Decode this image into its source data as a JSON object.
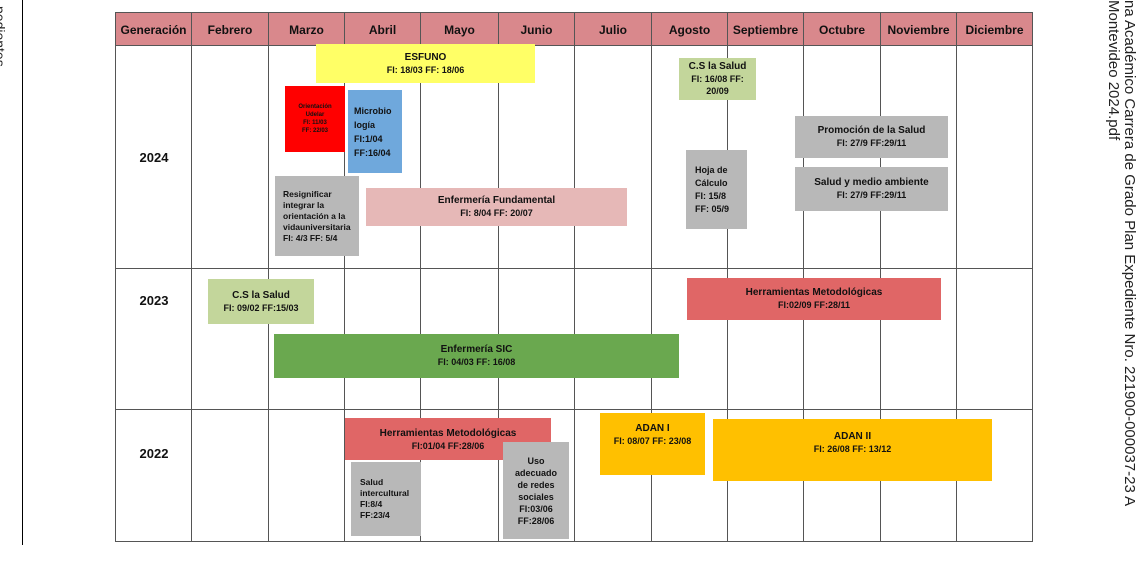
{
  "side_left": "pedientes",
  "side_right": {
    "line1": "na Académico Carrera de Grado Plan    Expediente Nro. 221900-000037-23 A",
    "line2": "Montevideo 2024.pdf"
  },
  "header": [
    "Generación",
    "Febrero",
    "Marzo",
    "Abril",
    "Mayo",
    "Junio",
    "Julio",
    "Agosto",
    "Septiembre",
    "Octubre",
    "Noviembre",
    "Diciembre"
  ],
  "years": [
    "2024",
    "2023",
    "2022"
  ],
  "colors": {
    "header": "#d9888c",
    "yellow": "#ffff66",
    "light_green": "#c3d69b",
    "red": "#ff0000",
    "blue": "#6fa8dc",
    "grey": "#b8b8b8",
    "pink": "#e6b8b7",
    "salmon": "#e06666",
    "green": "#6aa84f",
    "gold": "#ffc000"
  },
  "courses": {
    "esfuno": {
      "title": "ESFUNO",
      "dates": "FI: 18/03  FF: 18/06"
    },
    "cs2024": {
      "title": "C.S  la Salud",
      "dates": "FI: 16/08  FF: 20/09"
    },
    "orientacion": {
      "l1": "Orientación",
      "l2": "Udelar",
      "l3": "FI: 11/03",
      "l4": "FF: 22/03"
    },
    "micro": {
      "l1": "Microbio",
      "l2": "logía",
      "l3": "FI:1/04",
      "l4": "FF:16/04"
    },
    "promocion": {
      "title": "Promoción de la Salud",
      "dates": "FI: 27/9    FF:29/11"
    },
    "hoja": {
      "l1": "Hoja de",
      "l2": "Cálculo",
      "l3": "FI: 15/8",
      "l4": "FF: 05/9"
    },
    "medio": {
      "title": "Salud y medio ambiente",
      "dates": "FI: 27/9    FF:29/11"
    },
    "resignificar": {
      "l1": "Resignificar",
      "l2": "integrar la",
      "l3": "orientación a la",
      "l4": "vidauniversitaria",
      "l5": "FI: 4/3    FF: 5/4"
    },
    "fundamental": {
      "title": "Enfermería Fundamental",
      "dates": "FI: 8/04  FF: 20/07"
    },
    "cs2023": {
      "title": "C.S  la Salud",
      "dates": "FI: 09/02  FF:15/03"
    },
    "herr2023": {
      "title": "Herramientas Metodológicas",
      "dates": "FI:02/09    FF:28/11"
    },
    "sic": {
      "title": "Enfermería SIC",
      "dates": "FI: 04/03  FF: 16/08"
    },
    "herr2022": {
      "title": "Herramientas Metodológicas",
      "dates": "FI:01/04    FF:28/06"
    },
    "adan1": {
      "title": "ADAN I",
      "dates": "FI: 08/07  FF: 23/08"
    },
    "adan2": {
      "title": "ADAN II",
      "dates": "FI: 26/08  FF: 13/12"
    },
    "intercultural": {
      "l1": "Salud",
      "l2": "intercultural",
      "l3": "FI:8/4",
      "l4": "FF:23/4"
    },
    "uso": {
      "l1": "Uso",
      "l2": "adecuado",
      "l3": "de redes",
      "l4": "sociales",
      "l5": "FI:03/06",
      "l6": "FF:28/06"
    }
  }
}
